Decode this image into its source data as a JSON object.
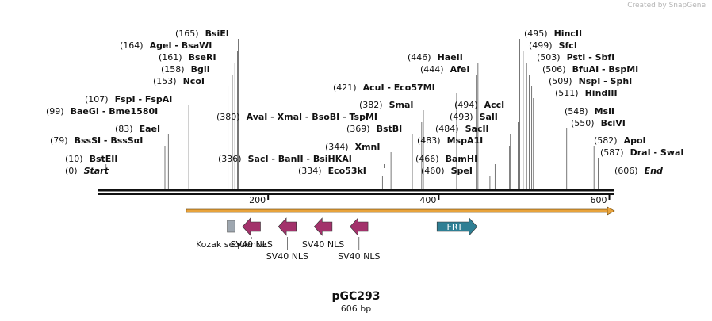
{
  "watermark": "Created by SnapGene",
  "plasmid": {
    "name": "pGC293",
    "size_label": "606 bp"
  },
  "sequence": {
    "length": 606,
    "ticks": [
      "200",
      "400",
      "600"
    ]
  },
  "enzymes": [
    {
      "pos": "(0)",
      "name": "Start",
      "italic": true
    },
    {
      "pos": "(10)",
      "name": "BstEII"
    },
    {
      "pos": "(79)",
      "name": "BssSI  -  BssSαI"
    },
    {
      "pos": "(83)",
      "name": "EaeI"
    },
    {
      "pos": "(99)",
      "name": "BaeGI  -  Bme1580I"
    },
    {
      "pos": "(107)",
      "name": "FspI  -  FspAI"
    },
    {
      "pos": "(153)",
      "name": "NcoI"
    },
    {
      "pos": "(158)",
      "name": "BglI"
    },
    {
      "pos": "(161)",
      "name": "BseRI"
    },
    {
      "pos": "(164)",
      "name": "AgeI  -  BsaWI"
    },
    {
      "pos": "(165)",
      "name": "BsiEI"
    },
    {
      "pos": "(336)",
      "name": "SacI  -  BanII  -  BsiHKAI"
    },
    {
      "pos": "(380)",
      "name": "AvaI  -  XmaI  -  BsoBI  -  TspMI"
    },
    {
      "pos": "(334)",
      "name": "Eco53kI"
    },
    {
      "pos": "(344)",
      "name": "XmnI"
    },
    {
      "pos": "(369)",
      "name": "BstBI"
    },
    {
      "pos": "(382)",
      "name": "SmaI"
    },
    {
      "pos": "(421)",
      "name": "AcuI  -  Eco57MI"
    },
    {
      "pos": "(444)",
      "name": "AfeI"
    },
    {
      "pos": "(446)",
      "name": "HaeII"
    },
    {
      "pos": "(460)",
      "name": "SpeI"
    },
    {
      "pos": "(466)",
      "name": "BamHI"
    },
    {
      "pos": "(483)",
      "name": "MspA1I"
    },
    {
      "pos": "(484)",
      "name": "SacII"
    },
    {
      "pos": "(493)",
      "name": "SalI"
    },
    {
      "pos": "(494)",
      "name": "AccI"
    },
    {
      "pos": "(495)",
      "name": "HincII"
    },
    {
      "pos": "(499)",
      "name": "SfcI"
    },
    {
      "pos": "(503)",
      "name": "PstI  -  SbfI"
    },
    {
      "pos": "(506)",
      "name": "BfuAI  -  BspMI"
    },
    {
      "pos": "(509)",
      "name": "NspI  -  SphI"
    },
    {
      "pos": "(511)",
      "name": "HindIII"
    },
    {
      "pos": "(548)",
      "name": "MslI"
    },
    {
      "pos": "(550)",
      "name": "BciVI"
    },
    {
      "pos": "(582)",
      "name": "ApoI"
    },
    {
      "pos": "(587)",
      "name": "DraI  -  SwaI"
    },
    {
      "pos": "(606)",
      "name": "End",
      "italic": true
    }
  ],
  "features": [
    {
      "type": "orf",
      "label": "",
      "start": 104,
      "end": 606,
      "color": "#e8a33c"
    },
    {
      "type": "box",
      "label": "Kozak sequence",
      "start": 152,
      "end": 161,
      "color": "#9ea7b0"
    },
    {
      "type": "arrow",
      "label": "SV40 NLS",
      "start": 170,
      "end": 191,
      "dir": "left",
      "color": "#a3326b"
    },
    {
      "type": "arrow",
      "label": "SV40 NLS",
      "start": 212,
      "end": 233,
      "dir": "left",
      "color": "#a3326b"
    },
    {
      "type": "arrow",
      "label": "SV40 NLS",
      "start": 254,
      "end": 275,
      "dir": "left",
      "color": "#a3326b"
    },
    {
      "type": "arrow",
      "label": "SV40 NLS",
      "start": 296,
      "end": 317,
      "dir": "left",
      "color": "#a3326b"
    },
    {
      "type": "arrow",
      "label": "FRT",
      "start": 398,
      "end": 445,
      "dir": "right",
      "color": "#2f7f94",
      "inside": true
    }
  ]
}
